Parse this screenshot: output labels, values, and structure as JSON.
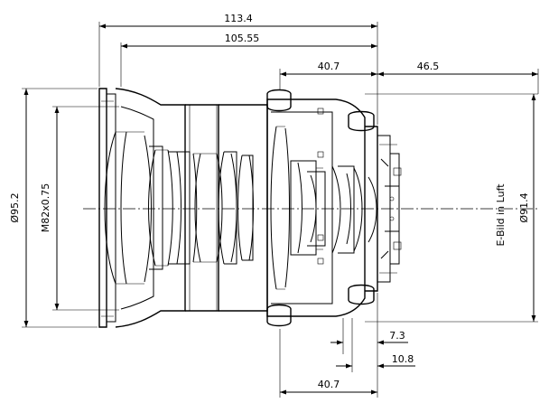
{
  "dimensions": {
    "overall_length": "113.4",
    "body_length": "105.55",
    "front_to_mount": "40.7",
    "mount_to_image": "46.5",
    "front_diameter": "Ø95.2",
    "filter_thread": "M82x0.75",
    "rear_diameter": "Ø91.4",
    "rear_offset_1": "7.3",
    "rear_offset_2": "10.8",
    "bottom_length": "40.7"
  },
  "annotations": {
    "image_plane": "E-Bild in Luft"
  }
}
